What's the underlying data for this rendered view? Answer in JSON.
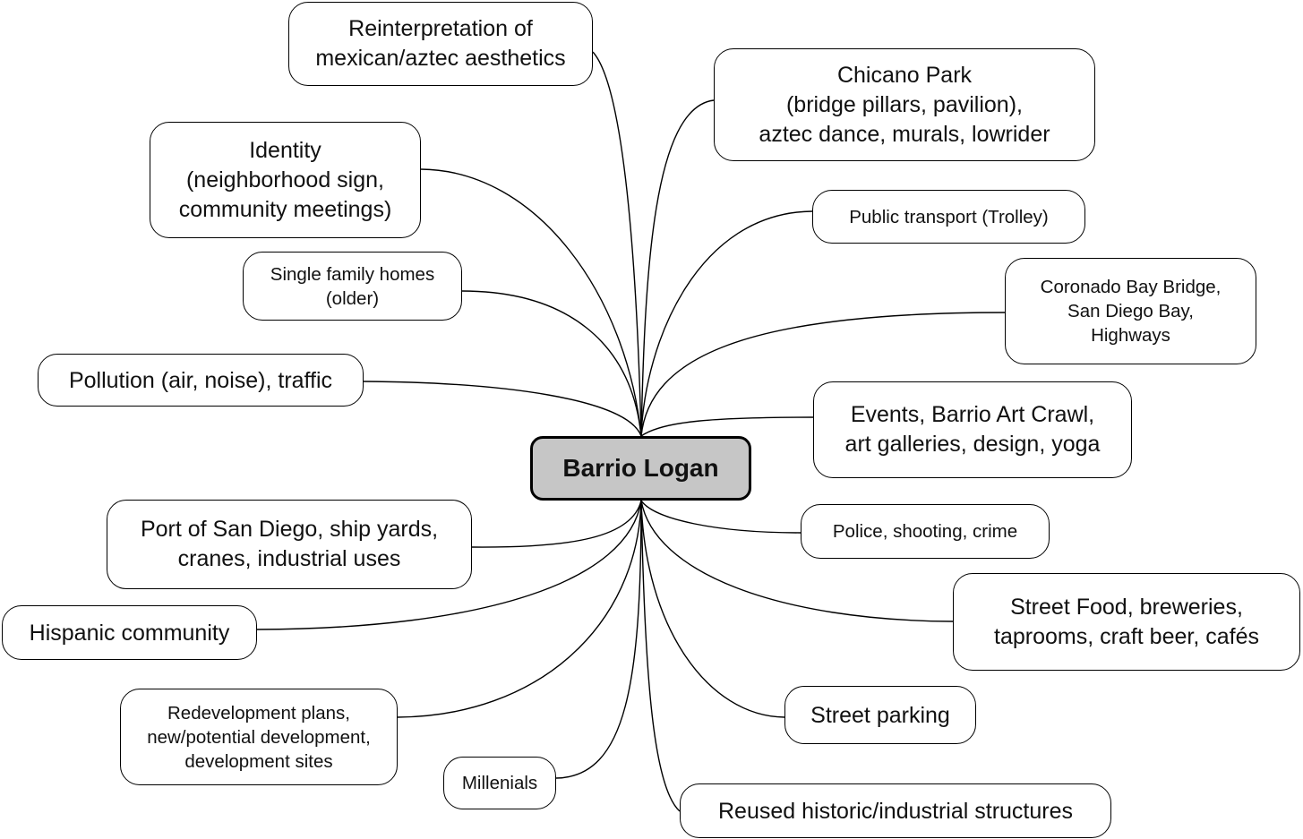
{
  "center": {
    "label": "Barrio Logan",
    "fill": "#c6c6c6"
  },
  "nodes": {
    "aesthetics": "Reinterpretation of\nmexican/aztec aesthetics",
    "identity": "Identity\n(neighborhood sign,\ncommunity meetings)",
    "single_family": "Single family homes\n(older)",
    "pollution": "Pollution (air, noise), traffic",
    "port": "Port of San Diego, ship yards,\ncranes, industrial uses",
    "hispanic": "Hispanic community",
    "redevelopment": "Redevelopment plans,\nnew/potential development,\ndevelopment sites",
    "millenials": "Millenials",
    "chicano_park": "Chicano Park\n(bridge pillars, pavilion),\naztec dance, murals, lowrider",
    "transport": "Public transport (Trolley)",
    "coronado": "Coronado Bay Bridge,\nSan Diego Bay,\nHighways",
    "events": "Events, Barrio Art Crawl,\nart galleries, design, yoga",
    "police": "Police, shooting, crime",
    "street_food": "Street Food, breweries,\ntaprooms, craft beer, cafés",
    "street_parking": "Street parking",
    "reused": "Reused historic/industrial structures"
  }
}
